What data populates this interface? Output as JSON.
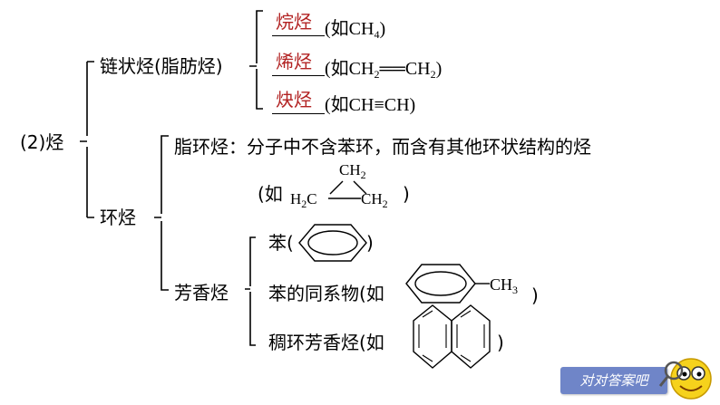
{
  "root_label": "(2)烃",
  "chain": {
    "label": "链状烃(脂肪烃)",
    "items": [
      {
        "answer": "烷烃",
        "example_prefix": "(如",
        "formula": "CH",
        "sub": "4",
        "suffix": ")"
      },
      {
        "answer": "烯烃",
        "example_prefix": "(如",
        "formula_a": "CH",
        "sub_a": "2",
        "bond": "══",
        "formula_b": "CH",
        "sub_b": "2",
        "suffix": ")"
      },
      {
        "answer": "炔烃",
        "example_prefix": "(如",
        "formula_a": "CH",
        "bond": "≡",
        "formula_b": "CH",
        "suffix": ")"
      }
    ]
  },
  "cyclic": {
    "label": "环烃",
    "alicyclic": {
      "definition": "脂环烃：分子中不含苯环，而含有其他环状结构的烃",
      "example_prefix": "(如",
      "example_suffix": ")",
      "top": "CH",
      "top_sub": "2",
      "left": "H",
      "left_sub": "2",
      "left_c": "C",
      "right": "CH",
      "right_sub": "2"
    },
    "aromatic": {
      "label": "芳香烃",
      "items": [
        {
          "text": "苯(",
          "suffix": ")"
        },
        {
          "text": "苯的同系物(如",
          "group": "CH",
          "group_sub": "3",
          "suffix": ")"
        },
        {
          "text": "稠环芳香烃(如",
          "suffix": ")"
        }
      ]
    }
  },
  "answer_button": "对对答案吧",
  "mascot_icon": "smiley-magnifier-icon",
  "colors": {
    "answer": "#b22222",
    "button": "#6f85c8"
  }
}
